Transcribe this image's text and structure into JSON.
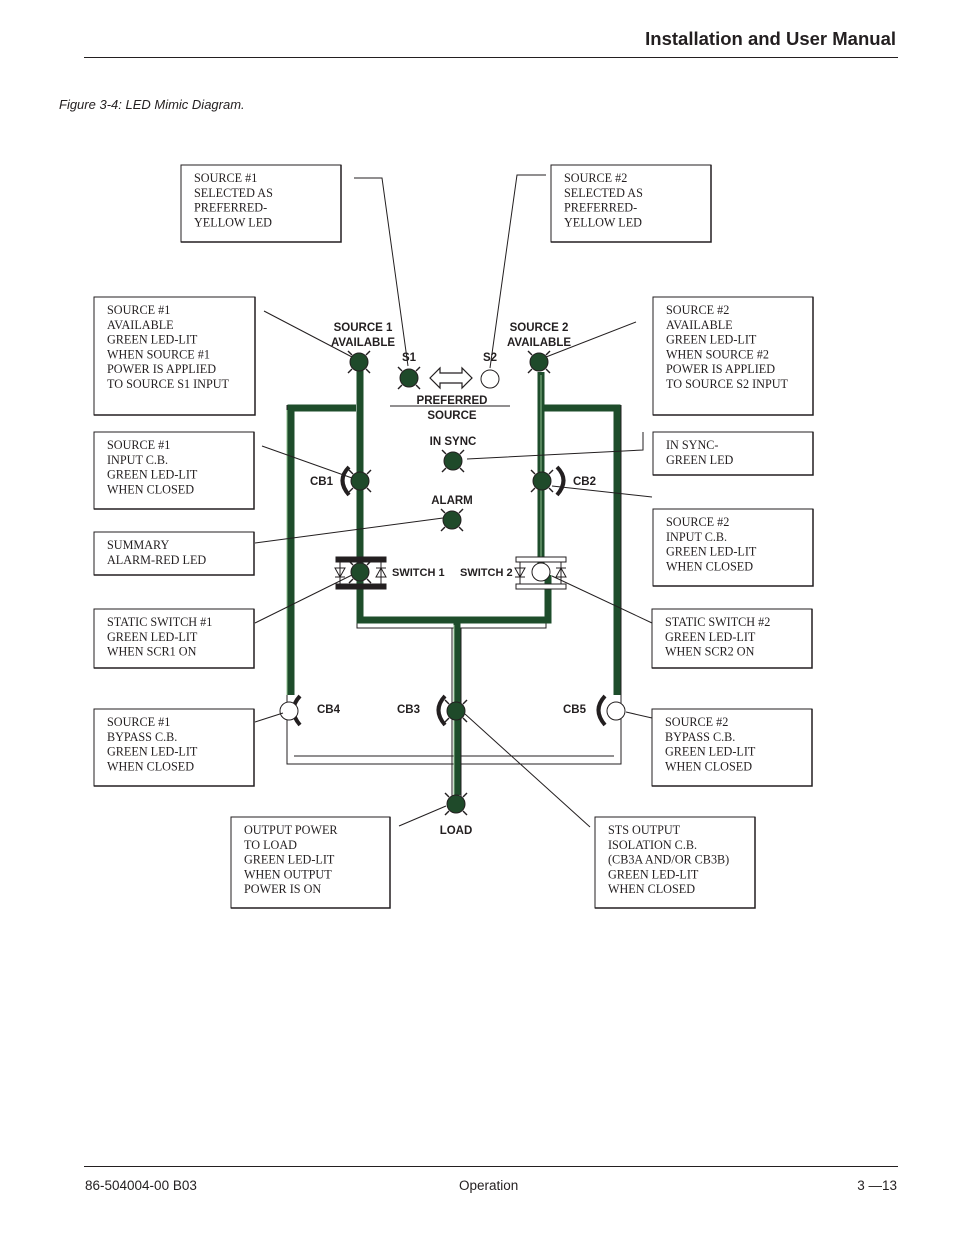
{
  "header": {
    "title": "Installation and User Manual"
  },
  "figure": {
    "caption": "Figure 3-4:   LED Mimic Diagram."
  },
  "callouts": [
    {
      "id": "s1-preferred",
      "lines": [
        "SOURCE #1",
        "SELECTED AS",
        "PREFERRED-",
        "YELLOW LED"
      ]
    },
    {
      "id": "s2-preferred",
      "lines": [
        "SOURCE #2",
        "SELECTED AS",
        "PREFERRED-",
        "YELLOW LED"
      ]
    },
    {
      "id": "s1-available",
      "lines": [
        "SOURCE #1",
        "AVAILABLE",
        "GREEN LED-LIT",
        "WHEN SOURCE #1",
        "POWER IS APPLIED",
        "TO SOURCE S1 INPUT"
      ]
    },
    {
      "id": "s2-available",
      "lines": [
        "SOURCE #2",
        "AVAILABLE",
        "GREEN LED-LIT",
        "WHEN SOURCE #2",
        "POWER IS APPLIED",
        "TO SOURCE S2 INPUT"
      ]
    },
    {
      "id": "s1-input-cb",
      "lines": [
        "SOURCE #1",
        "INPUT C.B.",
        "GREEN LED-LIT",
        "WHEN CLOSED"
      ]
    },
    {
      "id": "in-sync",
      "lines": [
        "IN SYNC-",
        "GREEN LED"
      ]
    },
    {
      "id": "s2-input-cb",
      "lines": [
        "SOURCE #2",
        "INPUT C.B.",
        "GREEN LED-LIT",
        "WHEN CLOSED"
      ]
    },
    {
      "id": "summary-alarm",
      "lines": [
        "SUMMARY",
        "ALARM-RED LED"
      ]
    },
    {
      "id": "static-switch-1",
      "lines": [
        "STATIC SWITCH #1",
        "GREEN LED-LIT",
        "WHEN SCR1 ON"
      ]
    },
    {
      "id": "static-switch-2",
      "lines": [
        "STATIC SWITCH #2",
        "GREEN LED-LIT",
        "WHEN SCR2 ON"
      ]
    },
    {
      "id": "s1-bypass-cb",
      "lines": [
        "SOURCE #1",
        "BYPASS C.B.",
        "GREEN LED-LIT",
        "WHEN CLOSED"
      ]
    },
    {
      "id": "s2-bypass-cb",
      "lines": [
        "SOURCE #2",
        "BYPASS C.B.",
        "GREEN LED-LIT",
        "WHEN CLOSED"
      ]
    },
    {
      "id": "output-power",
      "lines": [
        "OUTPUT POWER",
        "TO LOAD",
        "GREEN LED-LIT",
        "WHEN OUTPUT",
        "POWER IS ON"
      ]
    },
    {
      "id": "sts-output",
      "lines": [
        "STS OUTPUT",
        "ISOLATION C.B.",
        "(CB3A AND/OR CB3B)",
        "GREEN LED-LIT",
        "WHEN CLOSED"
      ]
    }
  ],
  "labels": {
    "source1": [
      "SOURCE 1",
      "AVAILABLE"
    ],
    "source2": [
      "SOURCE 2",
      "AVAILABLE"
    ],
    "s1": "S1",
    "s2": "S2",
    "preferred": [
      "PREFERRED",
      "SOURCE"
    ],
    "in_sync": "IN SYNC",
    "alarm": "ALARM",
    "cb1": "CB1",
    "cb2": "CB2",
    "cb3": "CB3",
    "cb4": "CB4",
    "cb5": "CB5",
    "switch1": "SWITCH 1",
    "switch2": "SWITCH 2",
    "load": "LOAD"
  },
  "colors": {
    "led_on": "#1f4a2a",
    "bus": "#1e4d2b",
    "ink": "#231f20"
  },
  "footer": {
    "doc_number": "86-504004-00 B03",
    "section": "Operation",
    "page": "3 —13"
  }
}
